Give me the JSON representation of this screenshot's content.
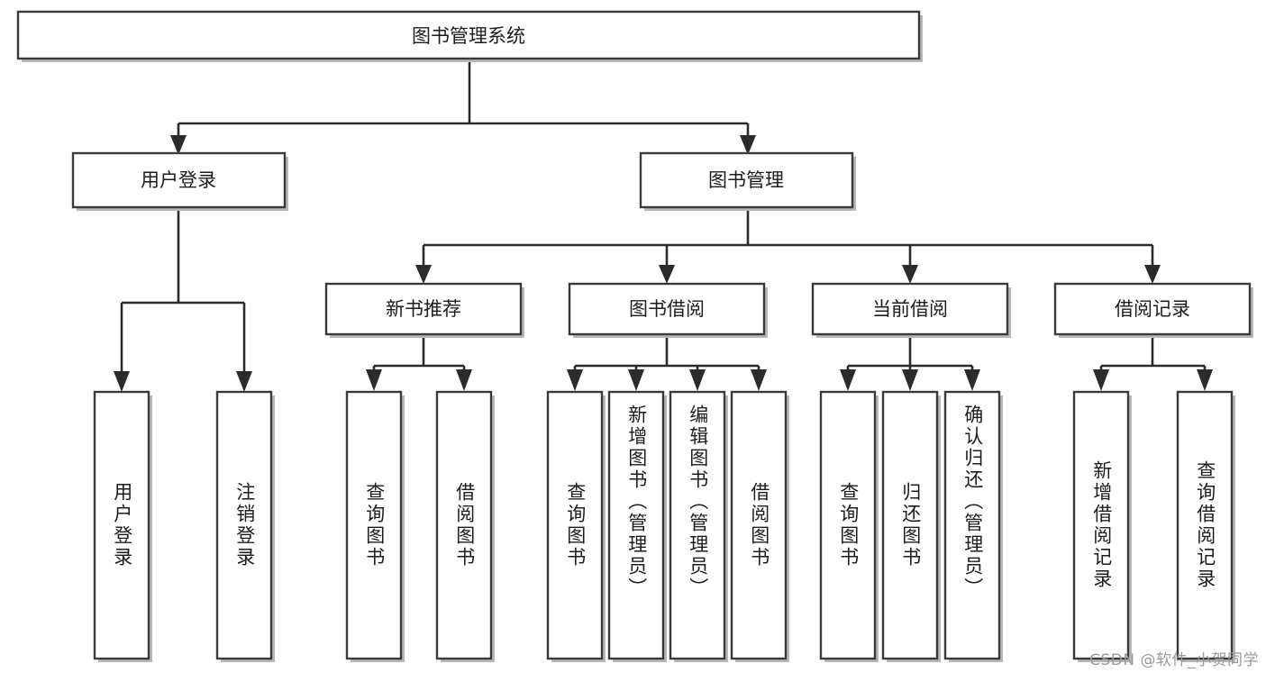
{
  "diagram": {
    "type": "tree",
    "title": "图书管理系统",
    "orientation": "top-down",
    "root": {
      "id": "root",
      "label": "图书管理系统"
    },
    "level2": [
      {
        "id": "user-login",
        "label": "用户登录"
      },
      {
        "id": "book-management",
        "label": "图书管理"
      }
    ],
    "level3": [
      {
        "id": "new-book-recommend",
        "label": "新书推荐"
      },
      {
        "id": "book-borrow",
        "label": "图书借阅"
      },
      {
        "id": "current-borrow",
        "label": "当前借阅"
      },
      {
        "id": "borrow-record",
        "label": "借阅记录"
      }
    ],
    "leaves": {
      "user_login": [
        {
          "id": "leaf-user-login",
          "label": "用户登录"
        },
        {
          "id": "leaf-logout-login",
          "label": "注销登录"
        }
      ],
      "new_book_recommend": [
        {
          "id": "leaf-query-book-1",
          "label": "查询图书"
        },
        {
          "id": "leaf-borrow-book-1",
          "label": "借阅图书"
        }
      ],
      "book_borrow": [
        {
          "id": "leaf-query-book-2",
          "label": "查询图书"
        },
        {
          "id": "leaf-add-book",
          "label": "新增图书（管理员）"
        },
        {
          "id": "leaf-edit-book",
          "label": "编辑图书（管理员）"
        },
        {
          "id": "leaf-borrow-book-2",
          "label": "借阅图书"
        }
      ],
      "current_borrow": [
        {
          "id": "leaf-query-book-3",
          "label": "查询图书"
        },
        {
          "id": "leaf-return-book",
          "label": "归还图书"
        },
        {
          "id": "leaf-confirm-return",
          "label": "确认归还（管理员）"
        }
      ],
      "borrow_record": [
        {
          "id": "leaf-add-record",
          "label": "新增借阅记录"
        },
        {
          "id": "leaf-query-record",
          "label": "查询借阅记录"
        }
      ]
    }
  },
  "watermark": {
    "text": "CSDN @软件_小贺同学"
  },
  "colors": {
    "box_stroke": "#3a3a3a",
    "box_fill": "#ffffff",
    "connector": "#2b2b2b",
    "text": "#1c1c1c",
    "watermark": "#9a9a9a",
    "background": "#ffffff"
  }
}
